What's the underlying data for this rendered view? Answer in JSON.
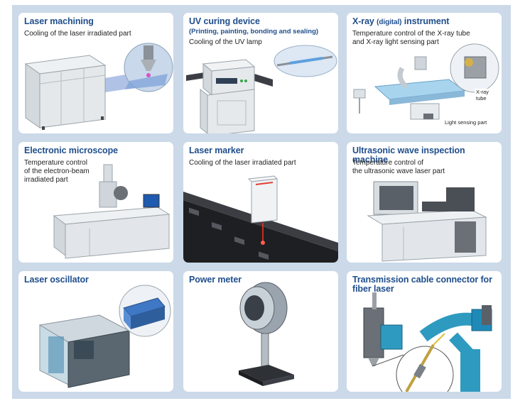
{
  "cards": [
    {
      "title": "Laser machining",
      "description": [
        "Cooling of the laser irradiated part"
      ]
    },
    {
      "title": "UV curing device",
      "subtitle": "(Printing, painting, bonding and sealing)",
      "description": [
        "Cooling of the UV lamp"
      ]
    },
    {
      "title_main": "X-ray",
      "title_small": "(digital)",
      "title_tail": "instrument",
      "description": [
        "Temperature control of the X-ray tube",
        "and X-ray light sensing part"
      ],
      "callouts": [
        "X-ray tube",
        "Light sensing part"
      ]
    },
    {
      "title": "Electronic microscope",
      "description": [
        "Temperature control",
        "of the electron-beam",
        "irradiated part"
      ]
    },
    {
      "title": "Laser marker",
      "description": [
        "Cooling of the laser irradiated part"
      ]
    },
    {
      "title": "Ultrasonic wave inspection machine",
      "description": [
        "Temperature control of",
        "the ultrasonic wave laser part"
      ]
    },
    {
      "title": "Laser oscillator",
      "description": []
    },
    {
      "title": "Power meter",
      "description": []
    },
    {
      "title": "Transmission cable connector for fiber laser",
      "description": []
    }
  ]
}
